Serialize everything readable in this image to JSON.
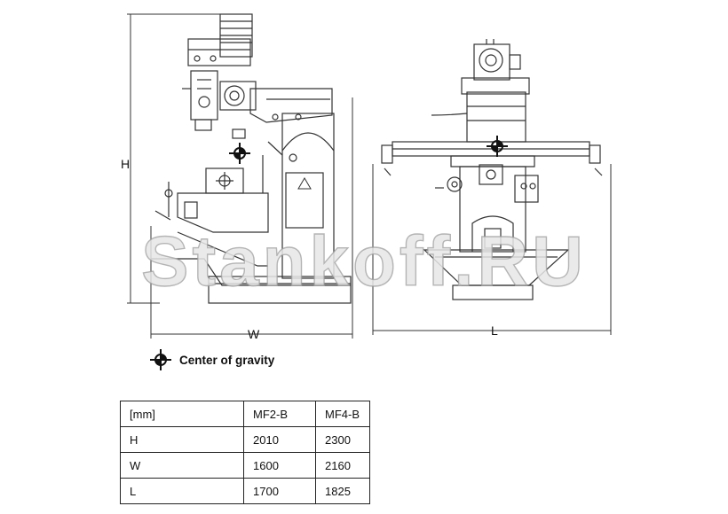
{
  "dimension_labels": {
    "height": "H",
    "width": "W",
    "length": "L"
  },
  "watermark": "Stankoff.RU",
  "legend": {
    "label": "Center of gravity",
    "icon": "center-of-gravity-icon"
  },
  "table": {
    "headers": [
      "[mm]",
      "MF2-B",
      "MF4-B"
    ],
    "rows": [
      [
        "H",
        "2010",
        "2300"
      ],
      [
        "W",
        "1600",
        "2160"
      ],
      [
        "L",
        "1700",
        "1825"
      ]
    ]
  }
}
